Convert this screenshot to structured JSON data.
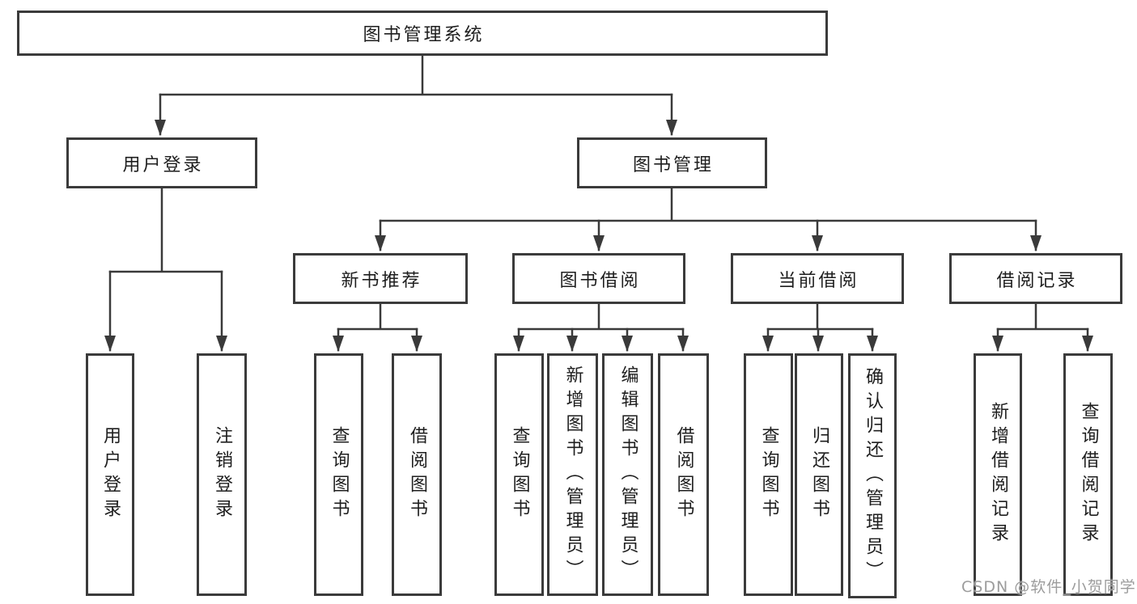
{
  "diagram": {
    "title": "图书管理系统",
    "tree": {
      "root": {
        "label": "图书管理系统"
      },
      "branches": [
        {
          "label": "用户登录",
          "children": [
            {
              "label": "用户登录"
            },
            {
              "label": "注销登录"
            }
          ]
        },
        {
          "label": "图书管理",
          "modules": [
            {
              "label": "新书推荐",
              "children": [
                {
                  "label": "查询图书"
                },
                {
                  "label": "借阅图书"
                }
              ]
            },
            {
              "label": "图书借阅",
              "children": [
                {
                  "label": "查询图书"
                },
                {
                  "label": "新增图书（管理员）"
                },
                {
                  "label": "编辑图书（管理员）"
                },
                {
                  "label": "借阅图书"
                }
              ]
            },
            {
              "label": "当前借阅",
              "children": [
                {
                  "label": "查询图书"
                },
                {
                  "label": "归还图书"
                },
                {
                  "label": "确认归还（管理员）"
                }
              ]
            },
            {
              "label": "借阅记录",
              "children": [
                {
                  "label": "新增借阅记录"
                },
                {
                  "label": "查询借阅记录"
                }
              ]
            }
          ]
        }
      ]
    },
    "colors": {
      "line": "#3a3a3a",
      "box_border": "#3b3b3b",
      "text": "#1e1e1e",
      "watermark": "#9c9c9c"
    }
  },
  "watermark": "CSDN @软件_小贺同学"
}
